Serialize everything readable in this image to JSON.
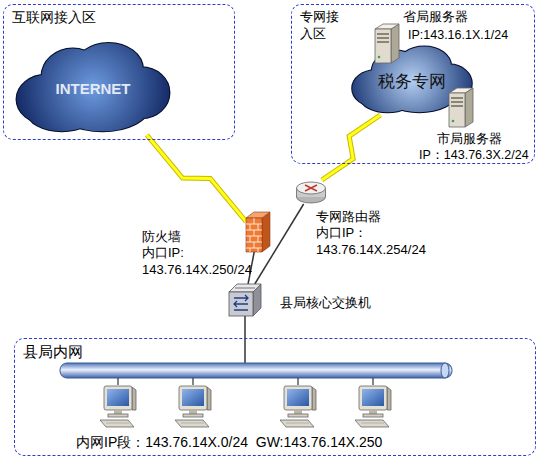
{
  "diagram": {
    "nodes": [
      {
        "text": [
          "互联网接入区"
        ]
      },
      {
        "text": [
          "INTERNET"
        ],
        "in": 0
      },
      {
        "text": [
          "专网接 入区"
        ]
      },
      {
        "text": [
          "税务专网"
        ],
        "in": 2
      },
      {
        "text": [
          "省局服务器",
          "IP:143.16.1X.1/24"
        ],
        "in": 2
      },
      {
        "text": [
          "市局服务器",
          "IP：143.76.3X.2/24"
        ],
        "in": 2
      },
      {
        "text": [
          "防火墙",
          "内口IP: 143.76.14X.250/24"
        ]
      },
      {
        "text": [
          "专网路由器",
          "内口IP： 143.76.14X.254/24"
        ]
      },
      {
        "text": [
          "县局核心交换机"
        ]
      },
      {
        "text": [
          "县局内网",
          "内网IP段：143.76.14X.0/24  GW:143.76.14X.250"
        ]
      }
    ],
    "edges": [
      {
        "from": 1,
        "to": 6,
        "arrow": "none"
      },
      {
        "from": 3,
        "to": 7,
        "arrow": "none"
      },
      {
        "from": 6,
        "to": 8,
        "arrow": "none"
      },
      {
        "from": 7,
        "to": 8,
        "arrow": "none"
      },
      {
        "from": 8,
        "to": 9,
        "arrow": "none"
      }
    ]
  }
}
